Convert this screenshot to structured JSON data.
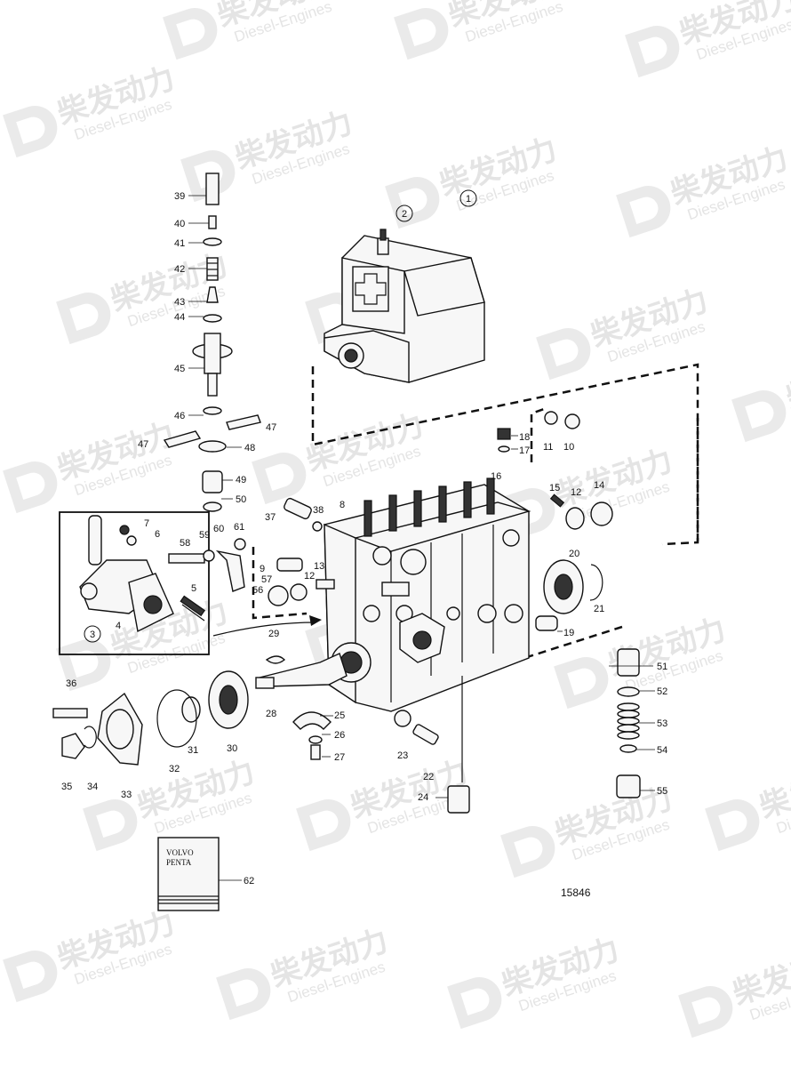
{
  "watermark": {
    "cn": "柴发动力",
    "en": "Diesel-Engines"
  },
  "drawing_number": "15846",
  "manual_book": {
    "line1": "VOLVO",
    "line2": "PENTA"
  },
  "callouts": [
    "1",
    "2",
    "3"
  ],
  "part_labels": [
    "4",
    "5",
    "6",
    "7",
    "8",
    "9",
    "10",
    "11",
    "12",
    "12",
    "13",
    "14",
    "15",
    "16",
    "17",
    "18",
    "19",
    "20",
    "21",
    "22",
    "23",
    "24",
    "25",
    "26",
    "27",
    "28",
    "29",
    "30",
    "31",
    "32",
    "33",
    "34",
    "35",
    "36",
    "37",
    "38",
    "39",
    "40",
    "41",
    "42",
    "43",
    "44",
    "45",
    "46",
    "47",
    "47",
    "48",
    "49",
    "50",
    "51",
    "52",
    "53",
    "54",
    "55",
    "56",
    "57",
    "58",
    "59",
    "60",
    "61",
    "62"
  ]
}
